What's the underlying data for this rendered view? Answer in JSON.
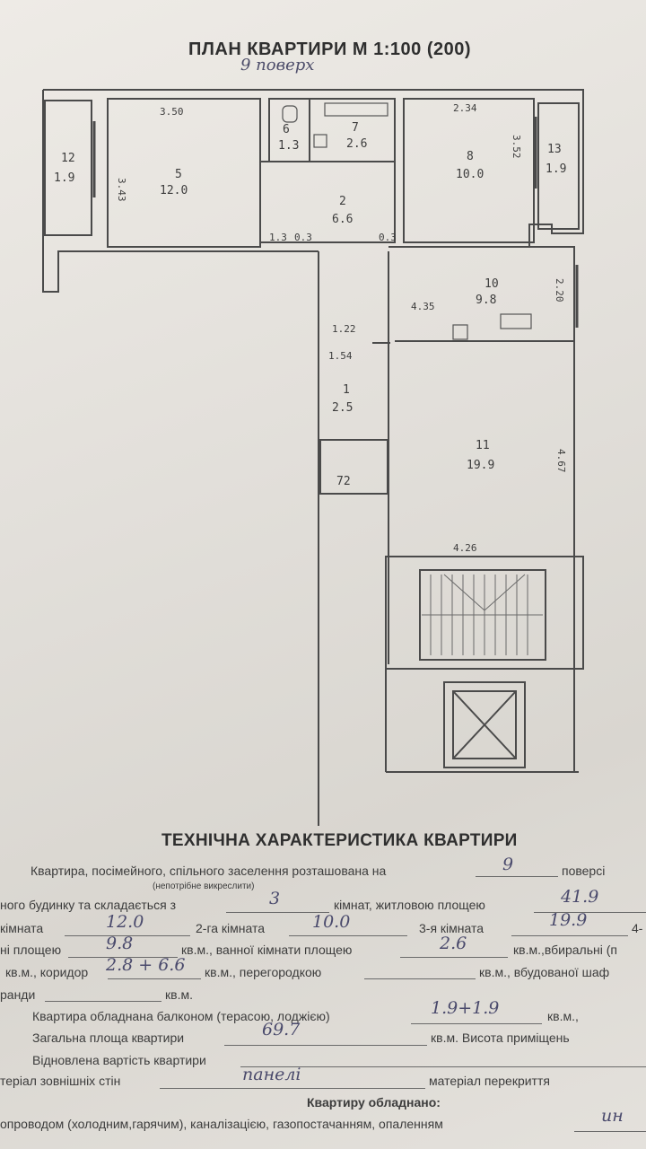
{
  "header": {
    "plan_title": "ПЛАН КВАРТИРИ М 1:100 (200)",
    "floor_note": "9 поверх"
  },
  "plan": {
    "rooms": [
      {
        "num": "12",
        "area": "1.9"
      },
      {
        "num": "5",
        "area": "12.0"
      },
      {
        "num": "6",
        "area": "1.3"
      },
      {
        "num": "7",
        "area": "2.6"
      },
      {
        "num": "8",
        "area": "10.0"
      },
      {
        "num": "13",
        "area": "1.9"
      },
      {
        "num": "2",
        "area": "6.6"
      },
      {
        "num": "10",
        "area": "9.8"
      },
      {
        "num": "1",
        "area": "2.5"
      },
      {
        "num": "11",
        "area": "19.9"
      }
    ],
    "dimensions": [
      "3.50",
      "3.43",
      "2.34",
      "3.52",
      "2.20",
      "4.35",
      "1.22",
      "1.54",
      "4.67",
      "4.26"
    ],
    "small_labels": [
      "1.3",
      "0.3",
      "0.3",
      "72"
    ]
  },
  "tech": {
    "title": "ТЕХНІЧНА ХАРАКТЕРИСТИКА КВАРТИРИ",
    "line1": {
      "pre": "Квартира, посімейного, спільного заселення розташована на",
      "note": "(непотрібне викреслити)",
      "post": "поверсі",
      "val": "9"
    },
    "line2": {
      "pre": "ного будинку та складається з",
      "val": "3",
      "mid": "кімнат, житловою площею",
      "val2": "41.9"
    },
    "line3": {
      "l1": "кімната",
      "v1": "12.0",
      "l2": "2-га кімната",
      "v2": "10.0",
      "l3": "3-я кімната",
      "v3": "19.9",
      "l4": "4-"
    },
    "line4": {
      "pre": "ні площею",
      "v1": "9.8",
      "mid": "кв.м., ванної кімнати площею",
      "v2": "2.6",
      "post": "кв.м.,вбиральні (п"
    },
    "line5": {
      "pre": "кв.м., коридор",
      "v1": "2.8 + 6.6",
      "mid": "кв.м., перегородкою",
      "post": "кв.м., вбудованої шаф"
    },
    "line6": {
      "pre": "ранди",
      "post": "кв.м."
    },
    "line7": {
      "pre": "Квартира обладнана балконом (терасою, лоджією)",
      "v1": "1.9+1.9",
      "post": "кв.м.,"
    },
    "line8": {
      "pre": "Загальна площа квартири",
      "v1": "69.7",
      "post": "кв.м. Висота приміщень"
    },
    "line9": {
      "pre": "Відновлена вартість квартири"
    },
    "line10": {
      "pre": "теріал зовнішніх стін",
      "v1": "панелі",
      "post": "матеріал перекриття"
    },
    "line11": {
      "pre": "Квартиру обладнано:"
    },
    "line12": {
      "pre": "опроводом (холодним,гарячим), каналізацією, газопостачанням, опаленням",
      "v1": "ин"
    }
  }
}
